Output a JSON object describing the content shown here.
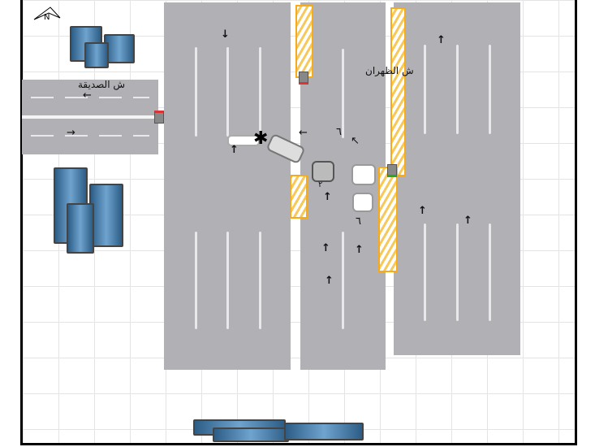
{
  "north_label": "N",
  "streets": {
    "horizontal": "ش الصديقة",
    "vertical": "ش الظهران"
  },
  "markers": {
    "m1": "↓",
    "m2": "↑",
    "m3": "↑",
    "m4": "↑",
    "m5": "↑",
    "m6": "↑",
    "m7": "↑",
    "m8": "↑",
    "m9": "٦",
    "m10": "٦",
    "m11": "٢",
    "arrow_left": "←",
    "arrow_right": "→",
    "arrow_upleft": "↖",
    "arrow_left2": "←"
  },
  "colors": {
    "road": "#b1b1b5",
    "median": "#f5ab1c"
  }
}
